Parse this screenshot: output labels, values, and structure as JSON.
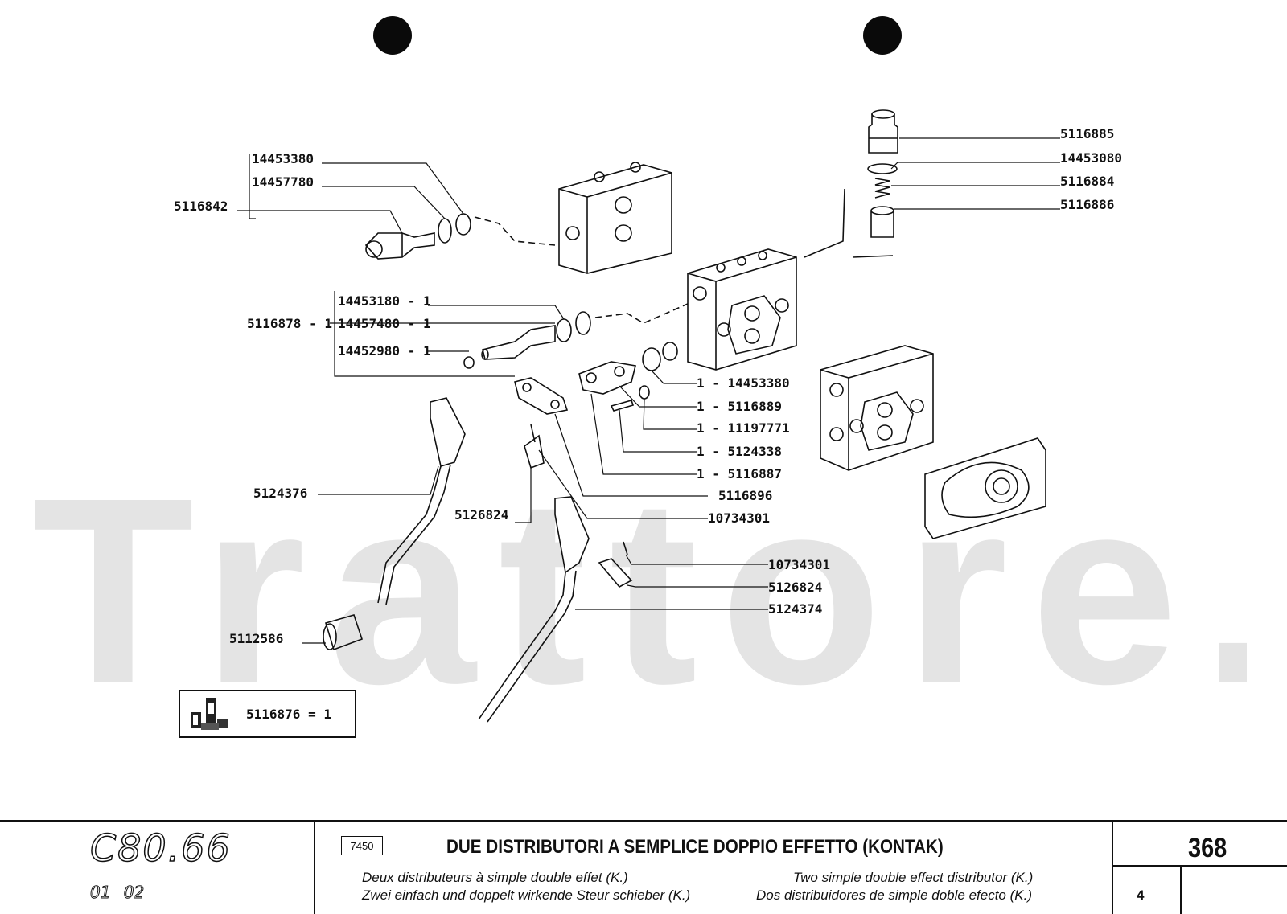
{
  "watermark": {
    "text": "Trattore.iT"
  },
  "parts": {
    "p1": "14453380",
    "p2": "14457780",
    "p3": "5116842",
    "p4": "5116885",
    "p5": "14453080",
    "p6": "5116884",
    "p7": "5116886",
    "p8": "14453180 - 1",
    "p9": "5116878 - 1",
    "p10": "14457480 - 1",
    "p11": "14452980 - 1",
    "p12": "1 - 14453380",
    "p13": "1 - 5116889",
    "p14": "1 - 11197771",
    "p15": "1 - 5124338",
    "p16": "1 - 5116887",
    "p17": "5116896",
    "p18": "10734301",
    "p19": "5124376",
    "p20": "5126824",
    "p21": "10734301",
    "p22": "5126824",
    "p23": "5124374",
    "p24": "5112586"
  },
  "kit": {
    "label": "5116876 = 1"
  },
  "footer": {
    "model": "C80.66",
    "model_sub": "01 02",
    "ref": "7450",
    "title": "DUE DISTRIBUTORI A SEMPLICE DOPPIO EFFETTO (KONTAK)",
    "fr": "Deux distributeurs à simple double effet (K.)",
    "en": "Two simple double effect distributor (K.)",
    "de": "Zwei einfach und doppelt wirkende Steur schieber (K.)",
    "es": "Dos distribuidores de simple doble efecto (K.)",
    "page": "368",
    "sheet": "4"
  }
}
